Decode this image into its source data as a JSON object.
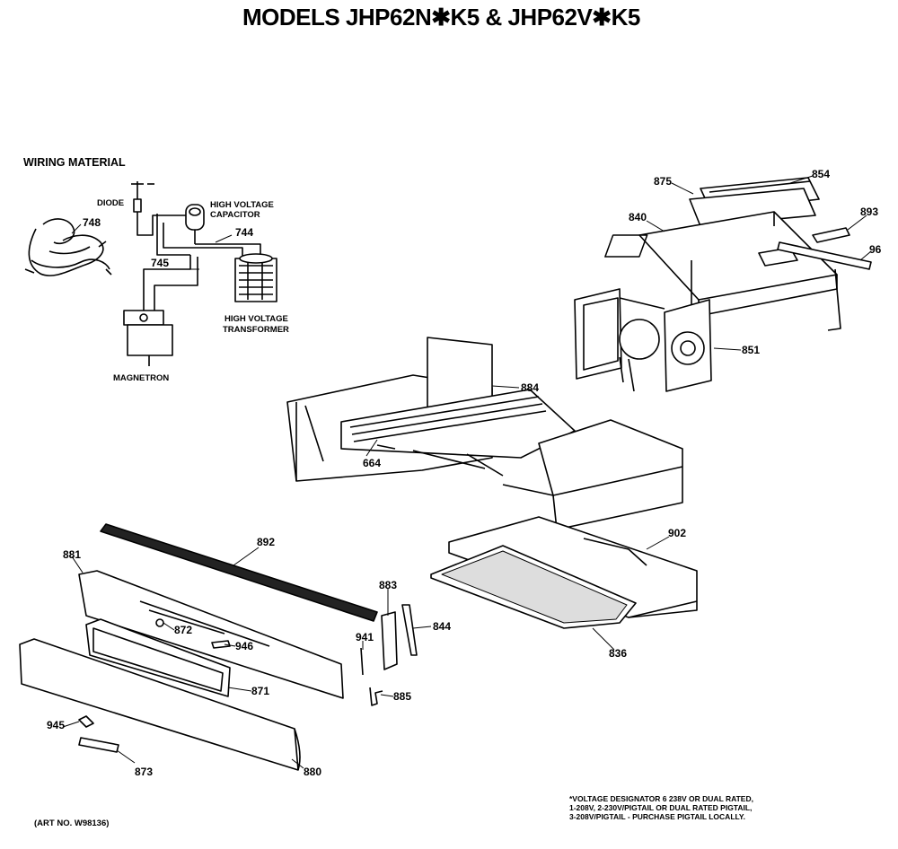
{
  "title": "MODELS JHP62N✱K5 & JHP62V✱K5",
  "wiring": {
    "heading": "WIRING MATERIAL",
    "diode": "DIODE",
    "capacitor_line1": "HIGH VOLTAGE",
    "capacitor_line2": "CAPACITOR",
    "transformer_line1": "HIGH VOLTAGE",
    "transformer_line2": "TRANSFORMER",
    "magnetron": "MAGNETRON",
    "part_748": "748",
    "part_744": "744",
    "part_745": "745"
  },
  "parts": {
    "p854": "854",
    "p875": "875",
    "p840": "840",
    "p893": "893",
    "p96": "96",
    "p851": "851",
    "p884": "884",
    "p664": "664",
    "p902": "902",
    "p892": "892",
    "p881": "881",
    "p883": "883",
    "p844": "844",
    "p872": "872",
    "p946": "946",
    "p941": "941",
    "p871": "871",
    "p885": "885",
    "p836": "836",
    "p945": "945",
    "p873": "873",
    "p880": "880"
  },
  "footnote": {
    "line1": "*VOLTAGE DESIGNATOR 6 238V OR DUAL RATED,",
    "line2": "1-208V, 2-230V/PIGTAIL OR DUAL RATED PIGTAIL,",
    "line3": "3-208V/PIGTAIL - PURCHASE PIGTAIL LOCALLY."
  },
  "art_no": "(ART NO. W98136)"
}
